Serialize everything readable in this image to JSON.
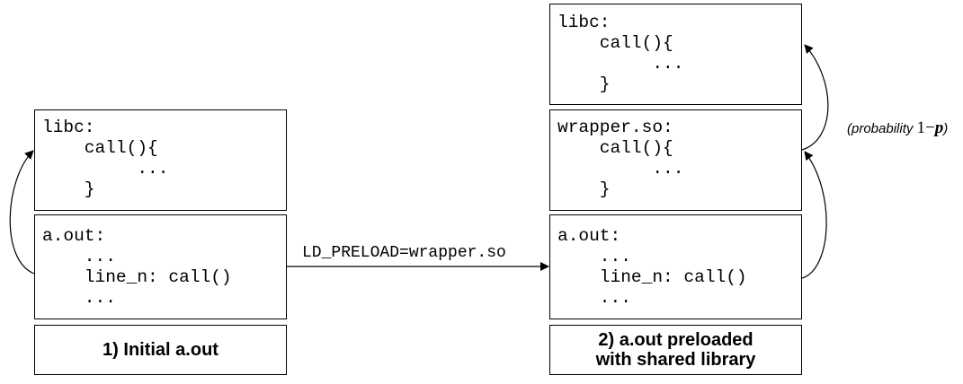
{
  "left": {
    "libc_box": {
      "title": "libc:",
      "line1": "    call(){",
      "line2": "         ...",
      "line3": "    }"
    },
    "aout_box": {
      "title": "a.out:",
      "line1": "    ...",
      "line2": "    line_n: call()",
      "line3": "    ..."
    },
    "caption": "1) Initial a.out"
  },
  "right": {
    "libc_box": {
      "title": "libc:",
      "line1": "    call(){",
      "line2": "         ...",
      "line3": "    }"
    },
    "wrapper_box": {
      "title": "wrapper.so:",
      "line1": "    call(){",
      "line2": "         ...",
      "line3": "    }"
    },
    "aout_box": {
      "title": "a.out:",
      "line1": "    ...",
      "line2": "    line_n: call()",
      "line3": "    ..."
    },
    "caption_line1": "2) a.out preloaded",
    "caption_line2": "with shared library"
  },
  "transition_label": "LD_PRELOAD=wrapper.so",
  "probability_label": {
    "text": "(probability ",
    "math_prefix": "1−",
    "math_var": "p",
    "suffix": ")"
  },
  "colors": {
    "stroke": "#000000",
    "background": "#ffffff"
  }
}
